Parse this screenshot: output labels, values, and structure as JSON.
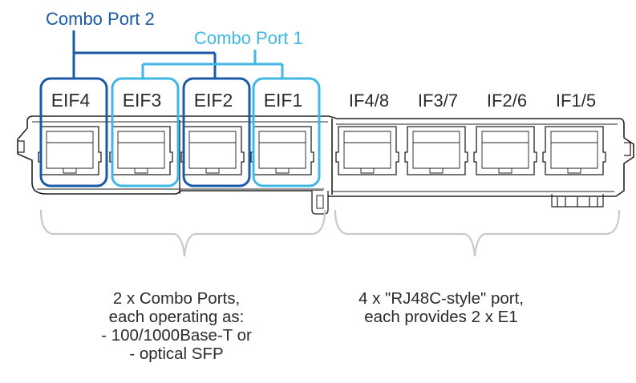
{
  "callouts": {
    "combo_port_2": "Combo Port 2",
    "combo_port_1": "Combo Port 1"
  },
  "ports": [
    {
      "label": "EIF4",
      "group": "combo_port_2"
    },
    {
      "label": "EIF3",
      "group": "combo_port_1"
    },
    {
      "label": "EIF2",
      "group": "combo_port_2"
    },
    {
      "label": "EIF1",
      "group": "combo_port_1"
    },
    {
      "label": "IF4/8",
      "group": "e1"
    },
    {
      "label": "IF3/7",
      "group": "e1"
    },
    {
      "label": "IF2/6",
      "group": "e1"
    },
    {
      "label": "IF1/5",
      "group": "e1"
    }
  ],
  "notes": {
    "combo": {
      "line1": "2 x Combo Ports,",
      "line2": "each operating as:",
      "line3": "- 100/1000Base-T or",
      "line4": "- optical SFP"
    },
    "e1": {
      "line1": "4 x \"RJ48C-style\" port,",
      "line2": "each provides 2 x E1"
    }
  },
  "colors": {
    "combo_port_2": "#1b5aa6",
    "combo_port_1": "#3fb8e6",
    "outline": "#222222",
    "bracket": "#c9c9c9",
    "label": "#2b2b2b"
  }
}
